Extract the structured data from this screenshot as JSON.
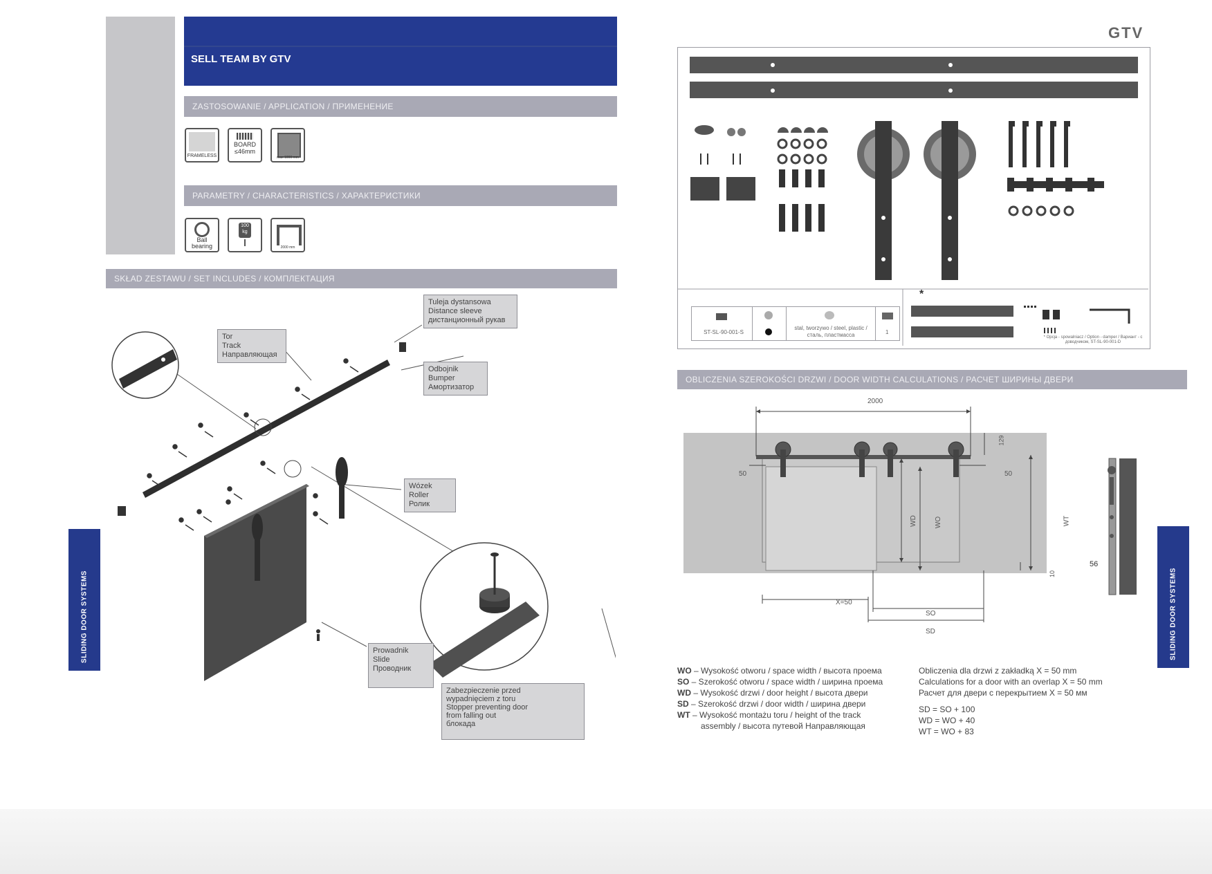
{
  "header": {
    "title": "SELL TEAM BY GTV",
    "application_bar": "ZASTOSOWANIE / APPLICATION / ПРИМЕНЕНИЕ",
    "characteristics_bar": "PARAMETRY / CHARACTERISTICS / ХАРАКТЕРИСТИКИ",
    "set_bar": "SKŁAD ZESTAWU / SET INCLUDES / КОМПЛЕКТАЦИЯ"
  },
  "application_icons": {
    "frameless": "FRAMELESS",
    "board_line1": "BOARD",
    "board_line2": "≤46mm",
    "width_label": "max 1000 mm"
  },
  "characteristic_icons": {
    "ball_line1": "Ball",
    "ball_line2": "bearing",
    "load_top": "100",
    "load_unit": "kg",
    "length_label": "2000 mm"
  },
  "labels": {
    "track": [
      "Tor",
      "Track",
      "Направляющая"
    ],
    "sleeve": [
      "Tuleja dystansowa",
      "Distance sleeve",
      "дистанционный рукав"
    ],
    "bumper": [
      "Odbojnik",
      "Bumper",
      "Амортизатор"
    ],
    "roller": [
      "Wózek",
      "Roller",
      "Ролик"
    ],
    "slide": [
      "Prowadnik",
      "Slide",
      "Проводник"
    ],
    "stopper": [
      "Zabezpieczenie przed",
      "wypadnięciem z toru",
      "Stopper preventing door",
      "from falling out",
      "блокада"
    ]
  },
  "brand": "GTV",
  "side_tab": "SLIDING DOOR SYSTEMS",
  "kit_table": {
    "code": "ST-SL-90-001-S",
    "material": "stal, tworzywo / steel, plastic / сталь, пластмасса",
    "qty": "1",
    "asterisk": "*",
    "option_note": "* Opcja - spowalniacz / Option - damper / Вариант - с доводчиком, ST-SL-90-001-D"
  },
  "door_calc": {
    "bar": "OBLICZENIA SZEROKOŚCI DRZWI / DOOR WIDTH CALCULATIONS / РАСЧЕТ ШИРИНЫ ДВЕРИ",
    "dim_2000": "2000",
    "dim_50_left": "50",
    "dim_50_right": "50",
    "dim_129": "129",
    "dim_10": "10",
    "dim_56": "56",
    "label_wd": "WD",
    "label_wo": "WO",
    "label_wt": "WT",
    "label_x50": "X=50",
    "label_so": "SO",
    "label_sd": "SD"
  },
  "legend": [
    {
      "abbr": "WO",
      "text": " – Wysokość otworu / space width / высота проема"
    },
    {
      "abbr": "SO",
      "text": " – Szerokość otworu / space width / ширина проема"
    },
    {
      "abbr": "WD",
      "text": " – Wysokość drzwi / door height / высота двери"
    },
    {
      "abbr": "SD",
      "text": " – Szerokość drzwi / door width / ширина двери"
    },
    {
      "abbr": "WT",
      "text": " – Wysokość montażu toru / height of the track"
    }
  ],
  "legend_cont": "assembly / высота путевой Направляющая",
  "formulas": {
    "line1": "Obliczenia dla drzwi z zakładką X = 50 mm",
    "line2": "Calculations for a door with an overlap X = 50 mm",
    "line3": "Расчет для двери с перекрытием X = 50 мм",
    "f1": "SD = SO + 100",
    "f2": "WD = WO + 40",
    "f3": "WT = WO + 83"
  }
}
